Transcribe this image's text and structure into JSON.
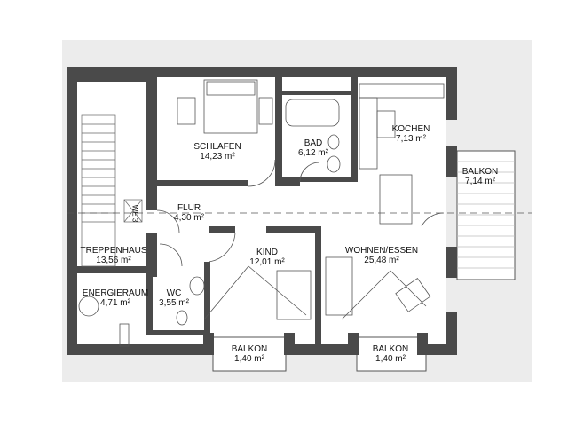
{
  "plan": {
    "unit_marker": "WE 3",
    "rooms": [
      {
        "name": "SCHLAFEN",
        "area": "14,23 m²"
      },
      {
        "name": "BAD",
        "area": "6,12 m²"
      },
      {
        "name": "KOCHEN",
        "area": "7,13 m²"
      },
      {
        "name": "BALKON",
        "area": "7,14 m²"
      },
      {
        "name": "FLUR",
        "area": "4,30 m²"
      },
      {
        "name": "TREPPENHAUS",
        "area": "13,56 m²"
      },
      {
        "name": "KIND",
        "area": "12,01 m²"
      },
      {
        "name": "WOHNEN/ESSEN",
        "area": "25,48 m²"
      },
      {
        "name": "ENERGIERAUM",
        "area": "4,71 m²"
      },
      {
        "name": "WC",
        "area": "3,55 m²"
      },
      {
        "name": "BALKON",
        "area": "1,40 m²"
      },
      {
        "name": "BALKON",
        "area": "1,40 m²"
      }
    ]
  },
  "colors": {
    "wall": "#4a4a4a",
    "roof": "#e6e6e6",
    "line": "#333333"
  }
}
